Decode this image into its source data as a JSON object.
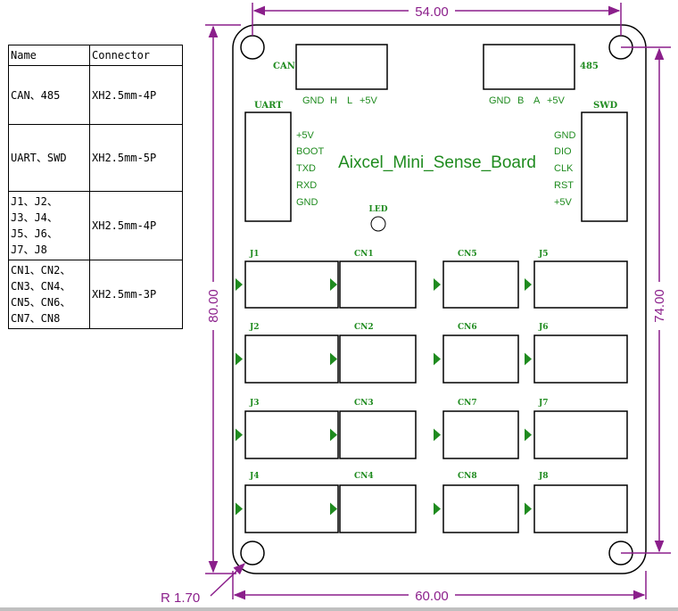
{
  "table": {
    "header": [
      "Name",
      "Connector"
    ],
    "rows": [
      {
        "name_lines": [
          "CAN、485"
        ],
        "connector": "XH2.5mm-4P"
      },
      {
        "name_lines": [
          "UART、SWD"
        ],
        "connector": "XH2.5mm-5P"
      },
      {
        "name_lines": [
          "J1、J2、",
          "J3、J4、",
          "J5、J6、",
          "J7、J8"
        ],
        "connector": "XH2.5mm-4P"
      },
      {
        "name_lines": [
          "CN1、CN2、",
          "CN3、CN4、",
          "CN5、CN6、",
          "CN7、CN8"
        ],
        "connector": "XH2.5mm-3P"
      }
    ]
  },
  "dimensions": {
    "top_width": "54.00",
    "bottom_width": "60.00",
    "left_height": "80.00",
    "right_height": "74.00",
    "corner_radius": "R 1.70"
  },
  "board": {
    "title": "Aixcel_Mini_Sense_Board",
    "can_label": "CAN",
    "can_pins": [
      "GND",
      "H",
      "L",
      "+5V"
    ],
    "rs485_label": "485",
    "rs485_pins": [
      "GND",
      "B",
      "A",
      "+5V"
    ],
    "uart_label": "UART",
    "uart_pins": [
      "+5V",
      "BOOT",
      "TXD",
      "RXD",
      "GND"
    ],
    "swd_label": "SWD",
    "swd_pins": [
      "GND",
      "DIO",
      "CLK",
      "RST",
      "+5V"
    ],
    "led_label": "LED",
    "connectors": [
      [
        "J1",
        "CN1",
        "CN5",
        "J5"
      ],
      [
        "J2",
        "CN2",
        "CN6",
        "J6"
      ],
      [
        "J3",
        "CN3",
        "CN7",
        "J7"
      ],
      [
        "J4",
        "CN4",
        "CN8",
        "J8"
      ]
    ]
  },
  "colors": {
    "dimension": "#8b1f8b",
    "silkscreen": "#1f8b1f",
    "outline": "#000000"
  }
}
